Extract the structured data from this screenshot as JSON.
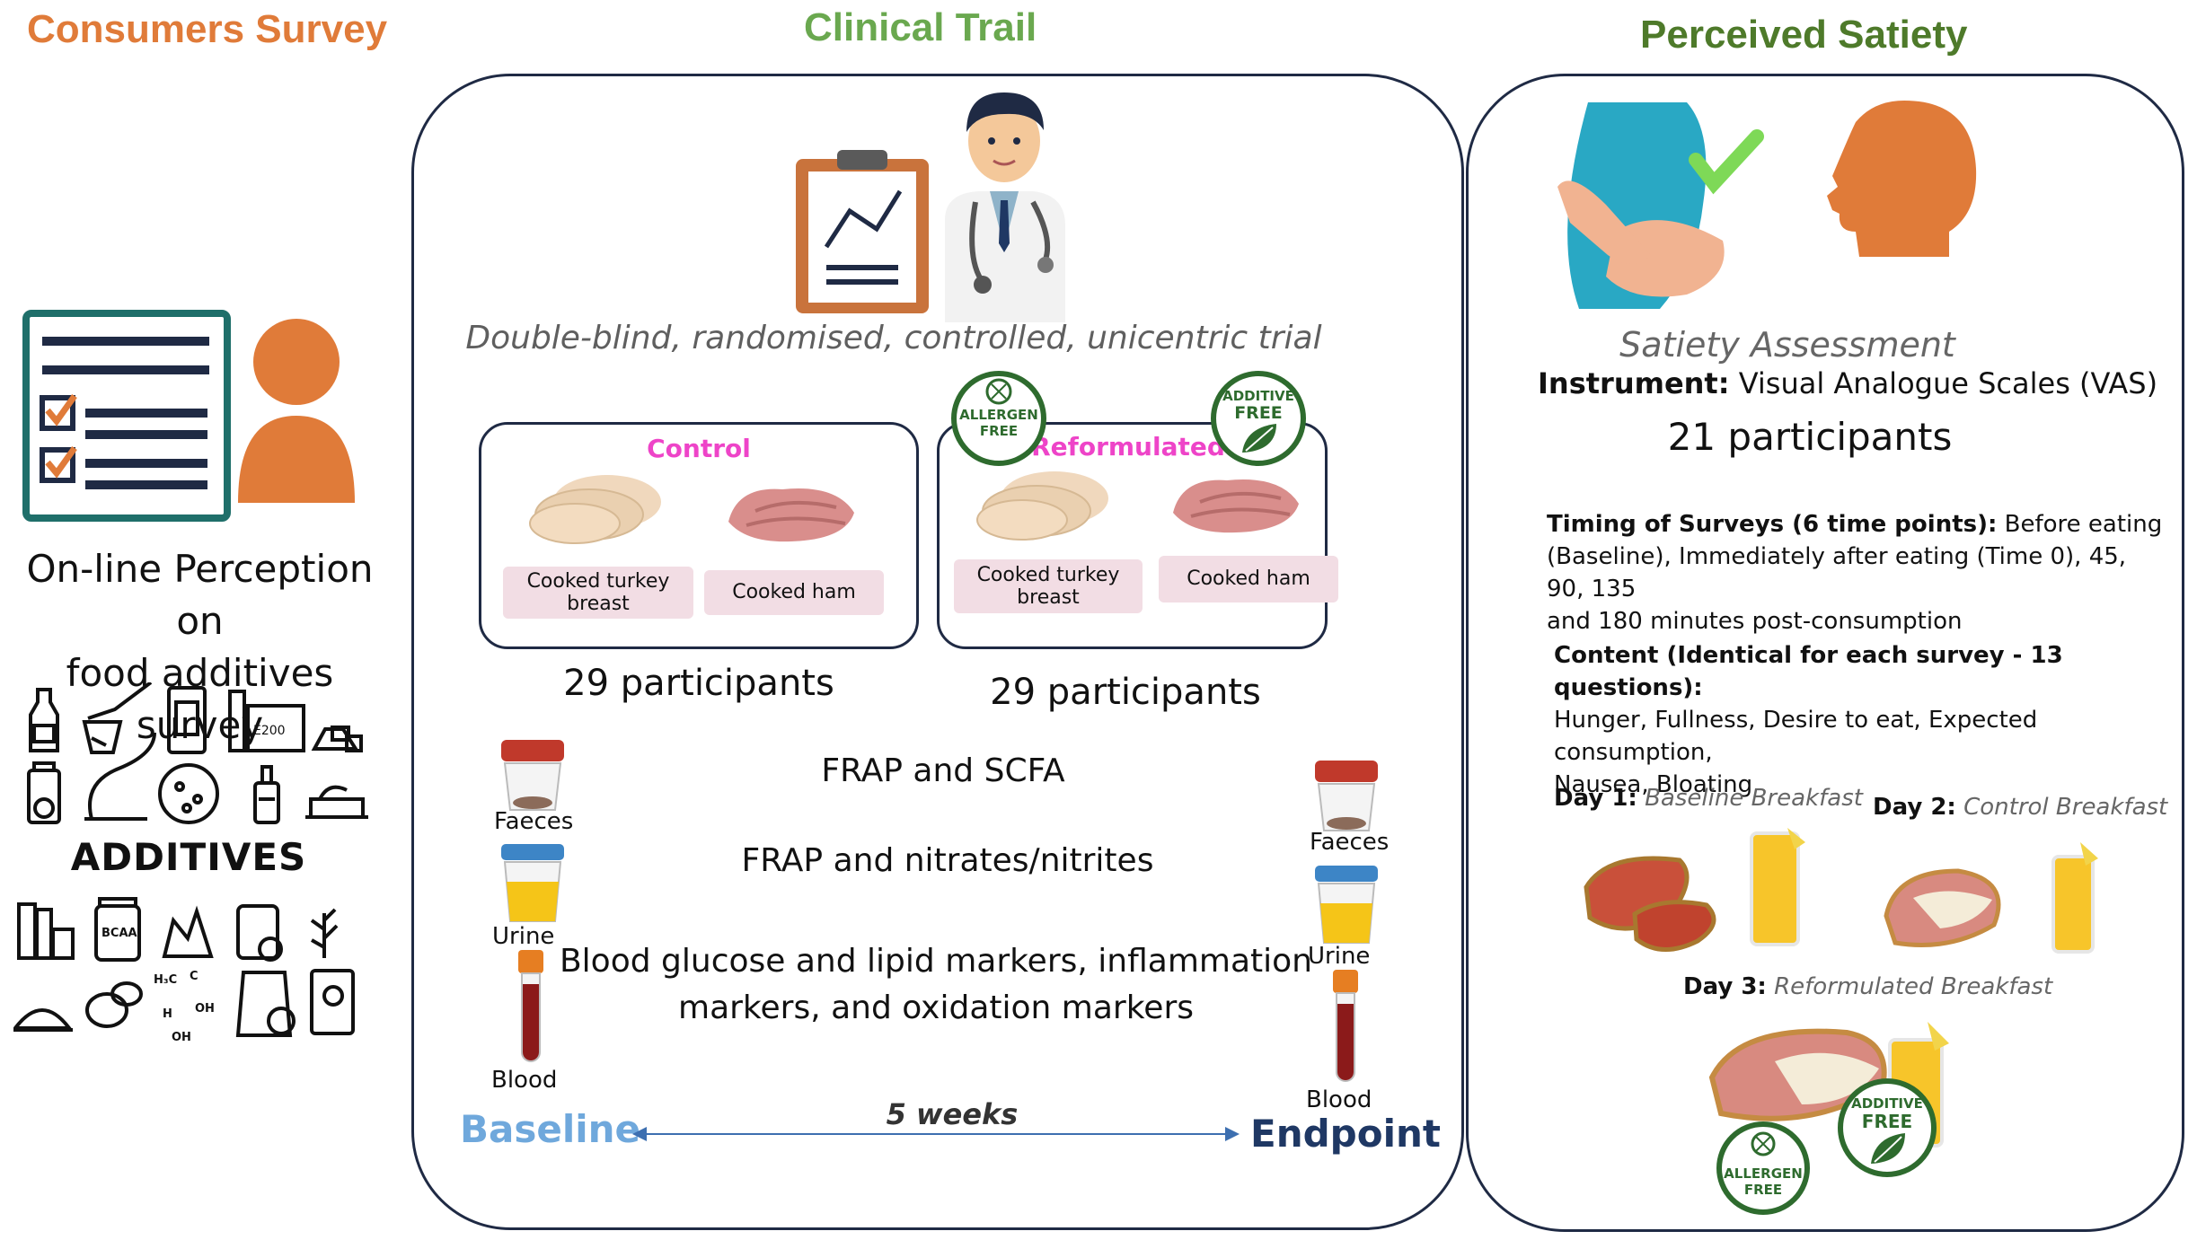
{
  "colors": {
    "consumers": "#e07b39",
    "clinical": "#6aa84f",
    "satiety": "#4e7a2a",
    "panel_border": "#1f2a44",
    "group_label": "#ee44c8",
    "baseline": "#6fa8dc",
    "endpoint": "#1f3864",
    "tag_bg": "#f2dde4"
  },
  "consumers": {
    "title": "Consumers Survey",
    "survey_line1": "On-line Perception on",
    "survey_line2": "food additives survey",
    "additives_label": "ADDITIVES",
    "icon_text_bcaa": "BCAA",
    "icon_text_e200": "E200",
    "icon_text_h3c": "H₃C",
    "icon_text_oh": "OH",
    "icon_text_h": "H",
    "icon_text_c": "C"
  },
  "clinical": {
    "title": "Clinical Trail",
    "design": "Double-blind, randomised, controlled, unicentric trial",
    "control": {
      "label": "Control",
      "item1": "Cooked turkey breast",
      "item2": "Cooked ham",
      "participants": "29 participants"
    },
    "reformulated": {
      "label": "Reformulated",
      "item1": "Cooked turkey breast",
      "item2": "Cooked ham",
      "participants": "29 participants"
    },
    "badge_allergen_1": "ALLERGEN",
    "badge_allergen_2": "FREE",
    "badge_additive_1": "ADDITIVE",
    "badge_additive_2": "FREE",
    "sample_faeces": "Faeces",
    "sample_urine": "Urine",
    "sample_blood": "Blood",
    "analysis_faeces": "FRAP and SCFA",
    "analysis_urine": "FRAP and nitrates/nitrites",
    "analysis_blood_1": "Blood glucose and lipid markers, inflammation",
    "analysis_blood_2": "markers, and oxidation markers",
    "baseline": "Baseline",
    "endpoint": "Endpoint",
    "duration": "5 weeks"
  },
  "satiety": {
    "title": "Perceived Satiety",
    "assessment": "Satiety Assessment",
    "instrument_label": "Instrument:",
    "instrument_value": " Visual Analogue Scales (VAS)",
    "participants": "21 participants",
    "timing_label": "Timing of Surveys (6 time points):",
    "timing_line1_rest": " Before eating",
    "timing_line2": "(Baseline), Immediately after eating (Time 0), 45, 90, 135",
    "timing_line3": "and 180 minutes post-consumption",
    "content_label": "Content (Identical for each survey - 13 questions):",
    "content_line1": "Hunger, Fullness, Desire to eat, Expected consumption,",
    "content_line2": "Nausea, Bloating",
    "day1_label": "Day 1:",
    "day1_value": "Baseline Breakfast",
    "day2_label": "Day 2:",
    "day2_value": "Control Breakfast",
    "day3_label": "Day 3:",
    "day3_value": "Reformulated Breakfast"
  }
}
